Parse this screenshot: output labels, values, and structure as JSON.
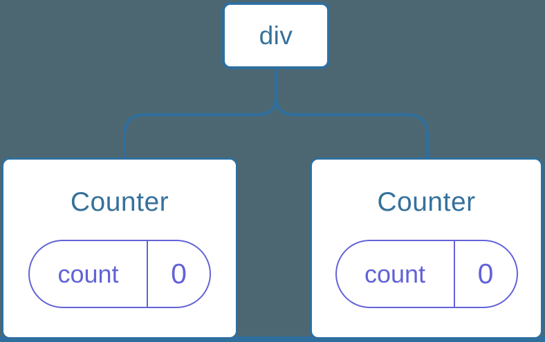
{
  "diagram": {
    "description": "component-tree",
    "root": {
      "label": "div"
    },
    "children": [
      {
        "label": "Counter",
        "state": {
          "key": "count",
          "value": "0"
        }
      },
      {
        "label": "Counter",
        "state": {
          "key": "count",
          "value": "0"
        }
      }
    ]
  },
  "colors": {
    "bg": "#4C6772",
    "line": "#2E6F9E",
    "node-text": "#35719B",
    "state": "#6262D8",
    "card-bg": "#FFFFFF"
  }
}
